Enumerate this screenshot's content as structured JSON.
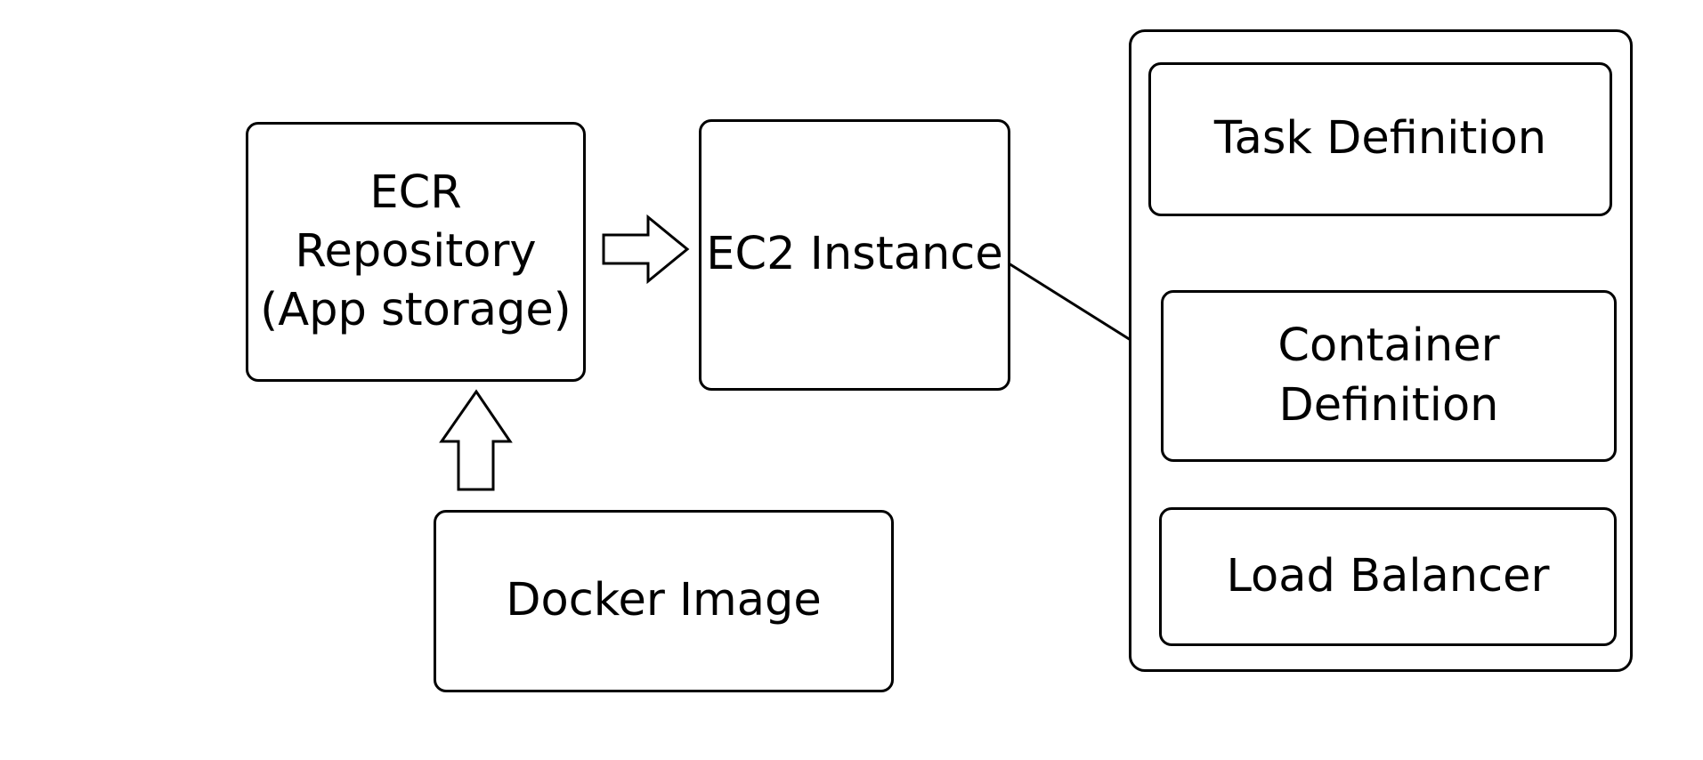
{
  "diagram": {
    "nodes": {
      "ecr_repository": {
        "label": "ECR Repository\n(App storage)"
      },
      "ec2_instance": {
        "label": "EC2 Instance"
      },
      "docker_image": {
        "label": "Docker Image"
      },
      "task_definition": {
        "label": "Task Definition"
      },
      "container_definition": {
        "label": "Container Definition"
      },
      "load_balancer": {
        "label": "Load Balancer"
      }
    },
    "edges": [
      {
        "from": "docker_image",
        "to": "ecr_repository",
        "style": "block-arrow"
      },
      {
        "from": "ecr_repository",
        "to": "ec2_instance",
        "style": "block-arrow"
      },
      {
        "from": "ec2_instance",
        "to": "ecs_group",
        "style": "line"
      }
    ],
    "colors": {
      "stroke": "#000000",
      "fill": "#ffffff",
      "text": "#000000"
    }
  }
}
